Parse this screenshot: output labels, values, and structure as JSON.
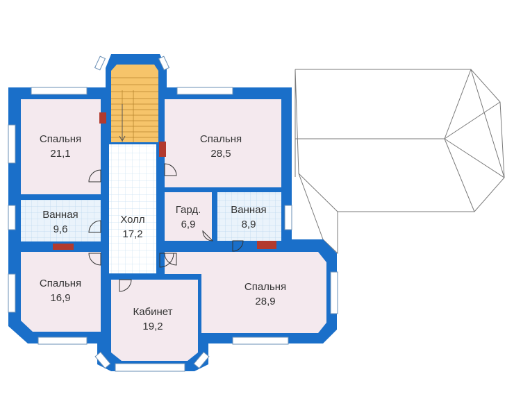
{
  "colors": {
    "wall": "#1a6fc9",
    "room_fill": "#f4e9ee",
    "bath_fill": "#eaf3fb",
    "bath_grid": "#b9d6ee",
    "hall_fill": "#ffffff",
    "hall_grid": "#c8dff2",
    "stair_fill": "#f6c46a",
    "roof_line": "#7a7a7a",
    "window": "#ffffff",
    "radiator": "#b23a2e"
  },
  "rooms": [
    {
      "id": "bedroom-nw",
      "name": "Спальня",
      "area": "21,1"
    },
    {
      "id": "bedroom-ne",
      "name": "Спальня",
      "area": "28,5"
    },
    {
      "id": "bath-w",
      "name": "Ванная",
      "area": "9,6"
    },
    {
      "id": "hall",
      "name": "Холл",
      "area": "17,2"
    },
    {
      "id": "wardrobe",
      "name": "Гард.",
      "area": "6,9"
    },
    {
      "id": "bath-e",
      "name": "Ванная",
      "area": "8,9"
    },
    {
      "id": "bedroom-sw",
      "name": "Спальня",
      "area": "16,9"
    },
    {
      "id": "study",
      "name": "Кабинет",
      "area": "19,2"
    },
    {
      "id": "bedroom-se",
      "name": "Спальня",
      "area": "28,9"
    }
  ],
  "icons": {
    "stairs": "staircase-icon",
    "door": "door-swing-icon",
    "window": "window-icon",
    "radiator": "radiator-icon",
    "roof": "roof-icon"
  }
}
